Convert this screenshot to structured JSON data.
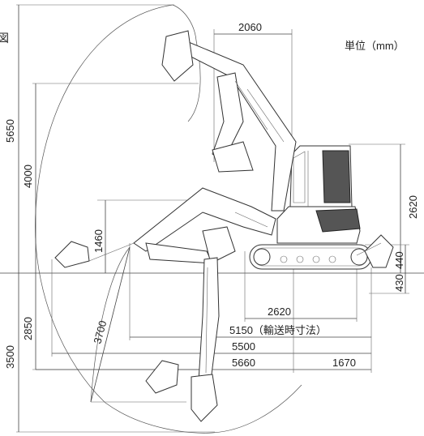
{
  "header": {
    "corner_char": "図",
    "unit_label": "単位（mm）"
  },
  "dimensions": {
    "boom_reach_top": "2060",
    "max_dig_height": "5650",
    "max_dump_height": "4000",
    "cab_height": "2620",
    "front_height": "1460",
    "track_height": "440",
    "ground_clearance": "430",
    "tail_length": "2620",
    "transport_length": "5150（輸送時寸法）",
    "max_dig_reach_ground": "5500",
    "max_dig_reach": "5660",
    "tail_swing": "1670",
    "max_dig_depth": "3500",
    "vertical_dig_depth": "2850",
    "bucket_angle": "3700"
  }
}
